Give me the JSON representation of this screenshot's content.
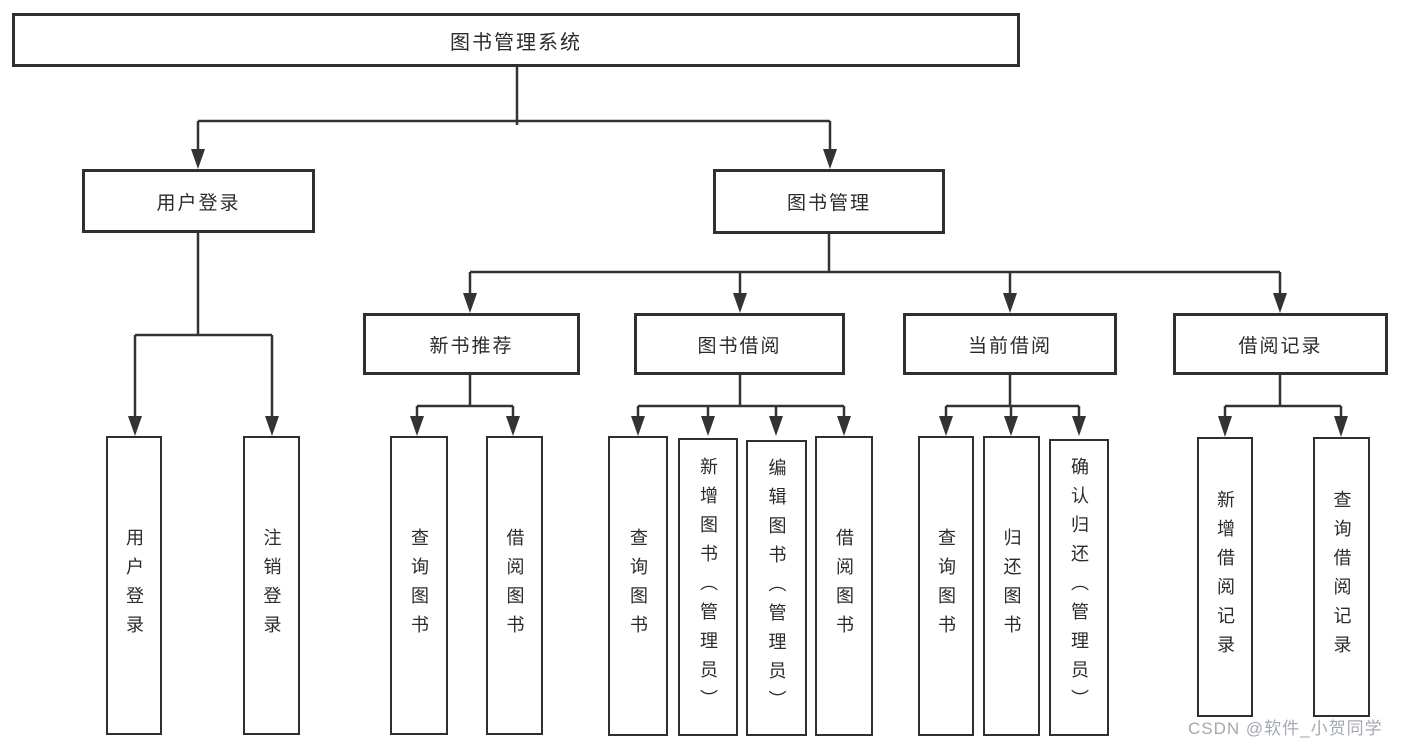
{
  "diagram": {
    "title": "图书管理系统",
    "root": "图书管理系统",
    "level2": {
      "user_login": "用户登录",
      "book_management": "图书管理"
    },
    "level3": {
      "new_book_recommend": "新书推荐",
      "book_borrow": "图书借阅",
      "current_borrow": "当前借阅",
      "borrow_record": "借阅记录"
    },
    "leaves": {
      "user_login": [
        "用户登录",
        "注销登录"
      ],
      "new_book_recommend": [
        "查询图书",
        "借阅图书"
      ],
      "book_borrow": [
        "查询图书",
        "新增图书（管理员）",
        "编辑图书（管理员）",
        "借阅图书"
      ],
      "current_borrow": [
        "查询图书",
        "归还图书",
        "确认归还（管理员）"
      ],
      "borrow_record": [
        "新增借阅记录",
        "查询借阅记录"
      ]
    }
  },
  "watermark": "CSDN @软件_小贺同学",
  "colors": {
    "line": "#333333",
    "box_border": "#2f2f2f",
    "text": "#2b2b2b",
    "watermark": "#a4a9af",
    "background": "#ffffff"
  }
}
